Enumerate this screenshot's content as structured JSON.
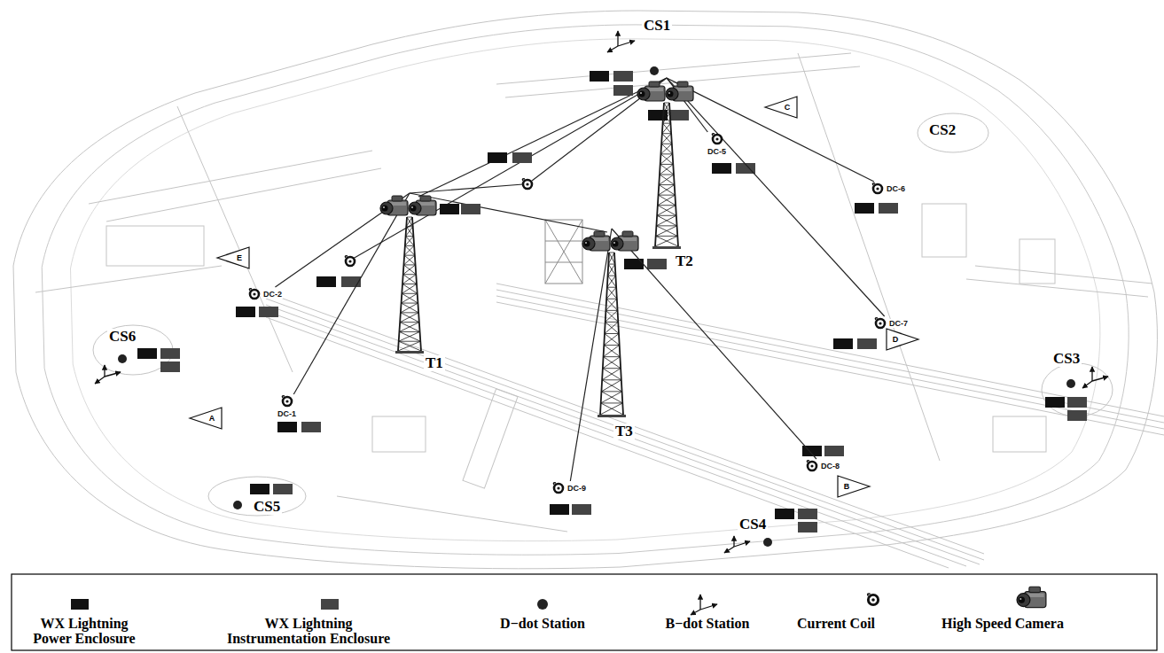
{
  "diagram": {
    "nodes": [
      {
        "text": [
          "T1"
        ]
      },
      {
        "text": [
          "T2"
        ]
      },
      {
        "text": [
          "T3"
        ]
      },
      {
        "text": [
          "DC-5"
        ]
      },
      {
        "text": [
          "DC-6"
        ]
      },
      {
        "text": [
          "DC-7"
        ]
      },
      {
        "text": [
          "DC-8"
        ]
      },
      {
        "text": [
          "DC-9"
        ]
      },
      {
        "text": [
          "DC-1"
        ]
      },
      {
        "text": [
          "DC-2"
        ]
      },
      {
        "text": [
          "C"
        ]
      },
      {
        "text": [
          "E"
        ]
      },
      {
        "text": [
          "D"
        ]
      },
      {
        "text": [
          "A"
        ]
      },
      {
        "text": [
          "B"
        ]
      }
    ],
    "edges": [
      {
        "from": 0,
        "to": 9,
        "arrow": "none"
      },
      {
        "from": 0,
        "to": 8,
        "arrow": "none"
      },
      {
        "from": 1,
        "to": 3,
        "arrow": "none"
      },
      {
        "from": 1,
        "to": 4,
        "arrow": "none"
      },
      {
        "from": 1,
        "to": 5,
        "arrow": "none"
      },
      {
        "from": 2,
        "to": 6,
        "arrow": "none"
      },
      {
        "from": 2,
        "to": 7,
        "arrow": "none"
      }
    ],
    "labels": [
      "CS1",
      "CS2",
      "CS3",
      "CS4",
      "CS5",
      "CS6"
    ],
    "legend": [
      {
        "text": "WX Lightning Power Enclosure",
        "color": "#111111"
      },
      {
        "text": "WX Lightning Instrumentation Enclosure",
        "color": "#444444"
      },
      {
        "text": "D−dot Station"
      },
      {
        "text": "B−dot Station"
      },
      {
        "text": "Current Coil"
      },
      {
        "text": "High Speed Camera"
      }
    ]
  }
}
